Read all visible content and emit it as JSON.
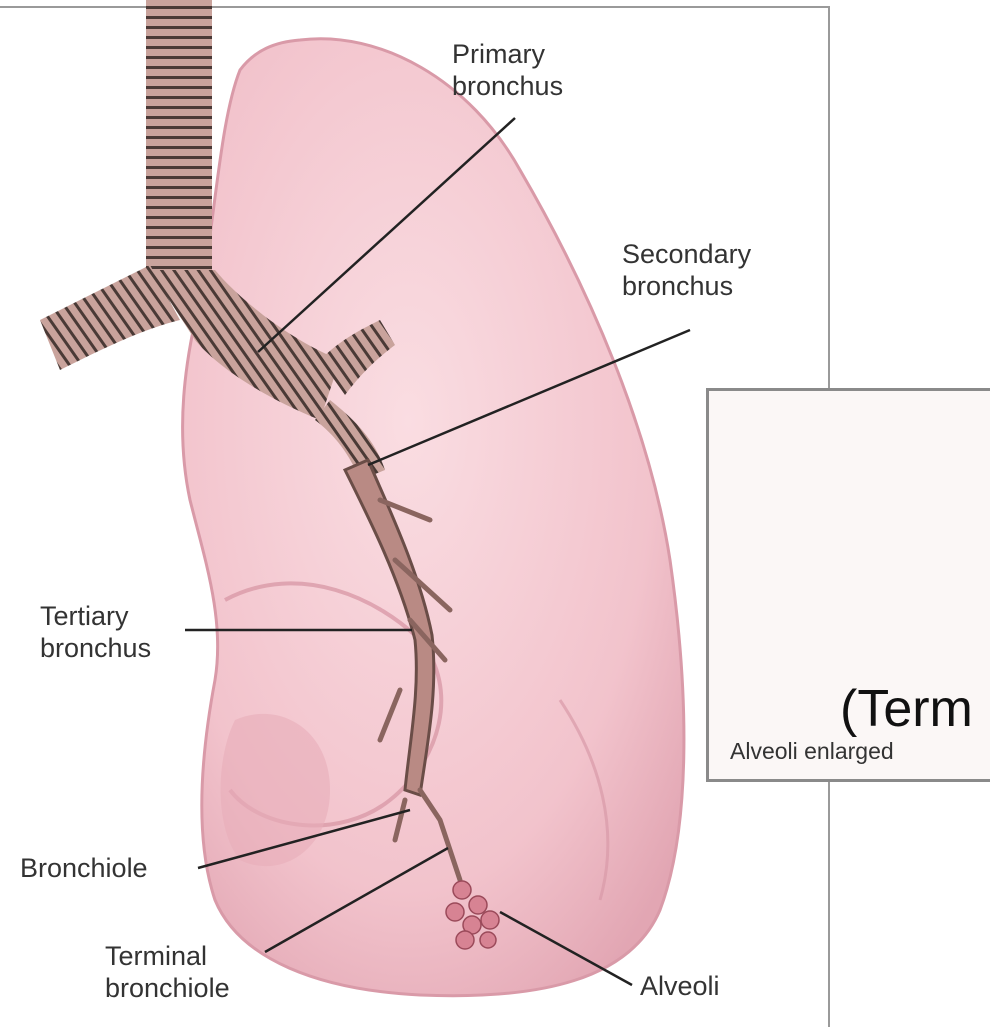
{
  "labels": {
    "primary_bronchus": [
      "Primary",
      "bronchus"
    ],
    "secondary_bronchus": [
      "Secondary",
      "bronchus"
    ],
    "tertiary_bronchus": [
      "Tertiary",
      "bronchus"
    ],
    "bronchiole": "Bronchiole",
    "terminal_bronchiole": [
      "Terminal",
      "bronchiole"
    ],
    "alveoli": "Alveoli",
    "inset_caption": "Alveoli enlarged",
    "overlay_text": "(Term"
  },
  "colors": {
    "lung_fill": "#f2c3cc",
    "lung_shadow": "#d99aa8",
    "airway": "#b98a84",
    "airway_dark": "#4a3a36",
    "alveoli_fill": "#d78393",
    "leader_line": "#222222",
    "frame": "#9a9a9a"
  }
}
